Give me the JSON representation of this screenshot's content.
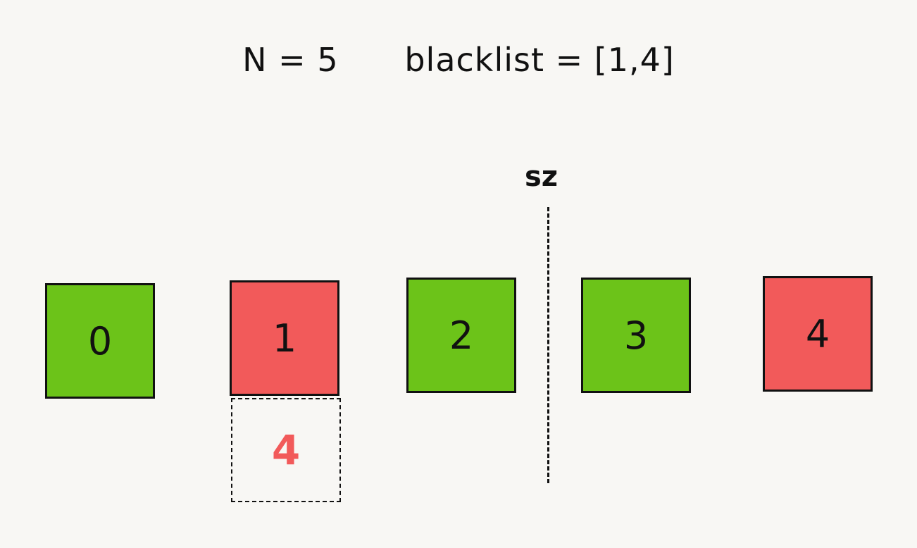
{
  "header": {
    "n_text": "N = 5",
    "blacklist_text": "blacklist = [1,4]"
  },
  "sz_label": "sz",
  "boxes": [
    {
      "value": "0",
      "status": "green"
    },
    {
      "value": "1",
      "status": "red"
    },
    {
      "value": "2",
      "status": "green"
    },
    {
      "value": "3",
      "status": "green"
    },
    {
      "value": "4",
      "status": "red"
    }
  ],
  "mapping": {
    "value": "4",
    "color": "#f25a5a"
  },
  "colors": {
    "green": "#6cc319",
    "red": "#f25a5a"
  }
}
